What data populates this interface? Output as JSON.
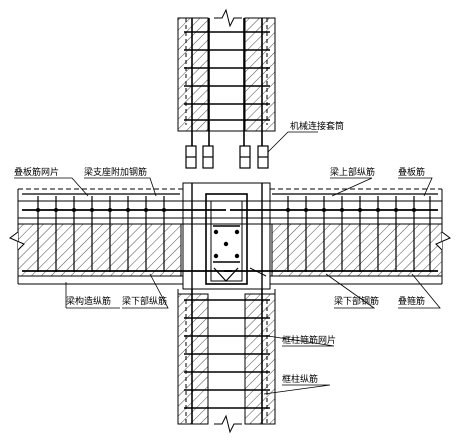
{
  "drawing": {
    "labels": {
      "mech_coupler": "机械连接套筒",
      "slab_mesh": "叠板筋网片",
      "beam_support_bar": "梁支座附加钢筋",
      "beam_top_bar": "梁上部纵筋",
      "slab_top_bar": "叠板筋",
      "beam_tie_bar": "梁构造纵筋",
      "beam_bottom_bar_left": "梁下部纵筋",
      "beam_bottom_bar_right": "梁下部钢筋",
      "stirrup": "叠箍筋",
      "column_mesh": "框柱箍筋网片",
      "column_long_bar": "框柱纵筋"
    }
  }
}
